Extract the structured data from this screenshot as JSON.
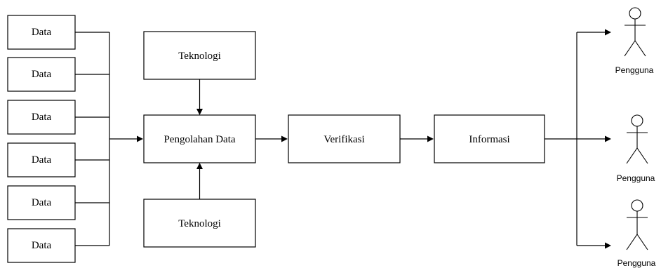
{
  "nodes": {
    "data_sources": [
      "Data",
      "Data",
      "Data",
      "Data",
      "Data",
      "Data"
    ],
    "technology_top": "Teknologi",
    "processing": "Pengolahan Data",
    "technology_bottom": "Teknologi",
    "verification": "Verifikasi",
    "information": "Informasi"
  },
  "users": [
    "Pengguna",
    "Pengguna",
    "Pengguna"
  ],
  "colors": {
    "stroke": "#000000",
    "fill": "#ffffff"
  }
}
